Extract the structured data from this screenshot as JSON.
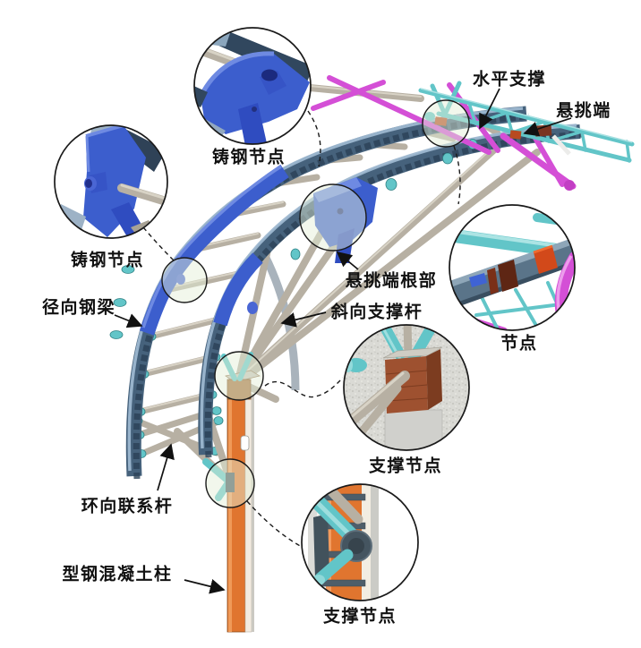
{
  "labels": {
    "horizontal_support": "水平支撑",
    "cantilever_end": "悬挑端",
    "cast_steel_node_top": "铸钢节点",
    "cast_steel_node_left": "铸钢节点",
    "cantilever_end_root": "悬挑端根部",
    "diagonal_support_rod": "斜向支撑杆",
    "radial_steel_beam": "径向钢梁",
    "node": "节点",
    "support_node_upper": "支撑节点",
    "ring_tie_rod": "环向联系杆",
    "src_column": "型钢混凝土柱",
    "support_node_lower": "支撑节点"
  },
  "colors": {
    "background": "#ffffff",
    "text": "#111111",
    "cast_steel_blue": "#3c5ecd",
    "rib_slate": "#46627c",
    "rib_dark": "#2b4156",
    "rib_edge_light": "#9db7d0",
    "tube_grey": "#b7b0a3",
    "teal": "#62c5c8",
    "magenta": "#d44fd6",
    "column_orange": "#e0752f",
    "corbel_brown": "#a8703c",
    "connector_red": "#d2491a"
  }
}
